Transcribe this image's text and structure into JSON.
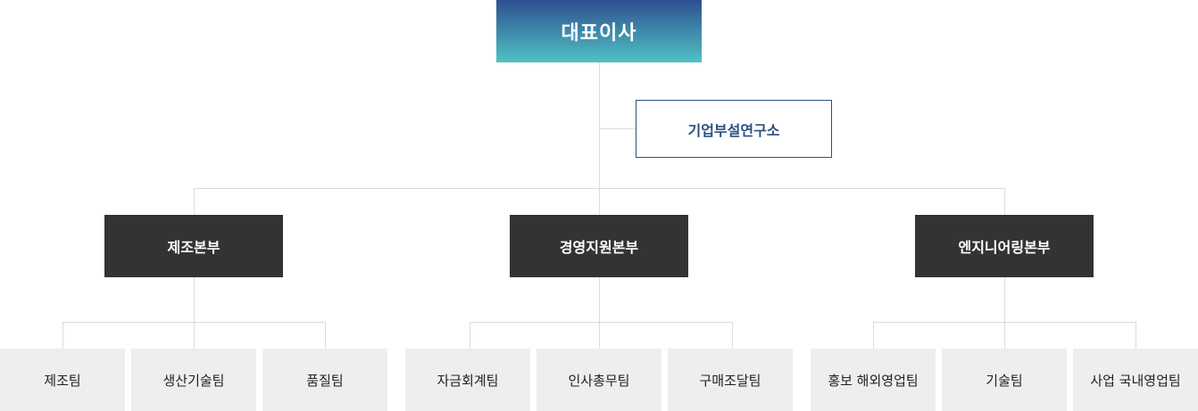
{
  "ceo": {
    "label": "대표이사",
    "gradient_top": "#2e4f91",
    "gradient_bottom": "#4fc2c3"
  },
  "lab": {
    "label": "기업부설연구소",
    "color": "#2d4f86"
  },
  "divisions": [
    {
      "label": "제조본부",
      "teams": [
        "제조팀",
        "생산기술팀",
        "품질팀"
      ]
    },
    {
      "label": "경영지원본부",
      "teams": [
        "자금회계팀",
        "인사총무팀",
        "구매조달팀"
      ]
    },
    {
      "label": "엔지니어링본부",
      "teams": [
        "홍보 해외영업팀",
        "기술팀",
        "사업 국내영업팀"
      ]
    }
  ],
  "colors": {
    "division_bg": "#333333",
    "team_bg": "#eeeeee",
    "connector": "#dcdcdc"
  }
}
